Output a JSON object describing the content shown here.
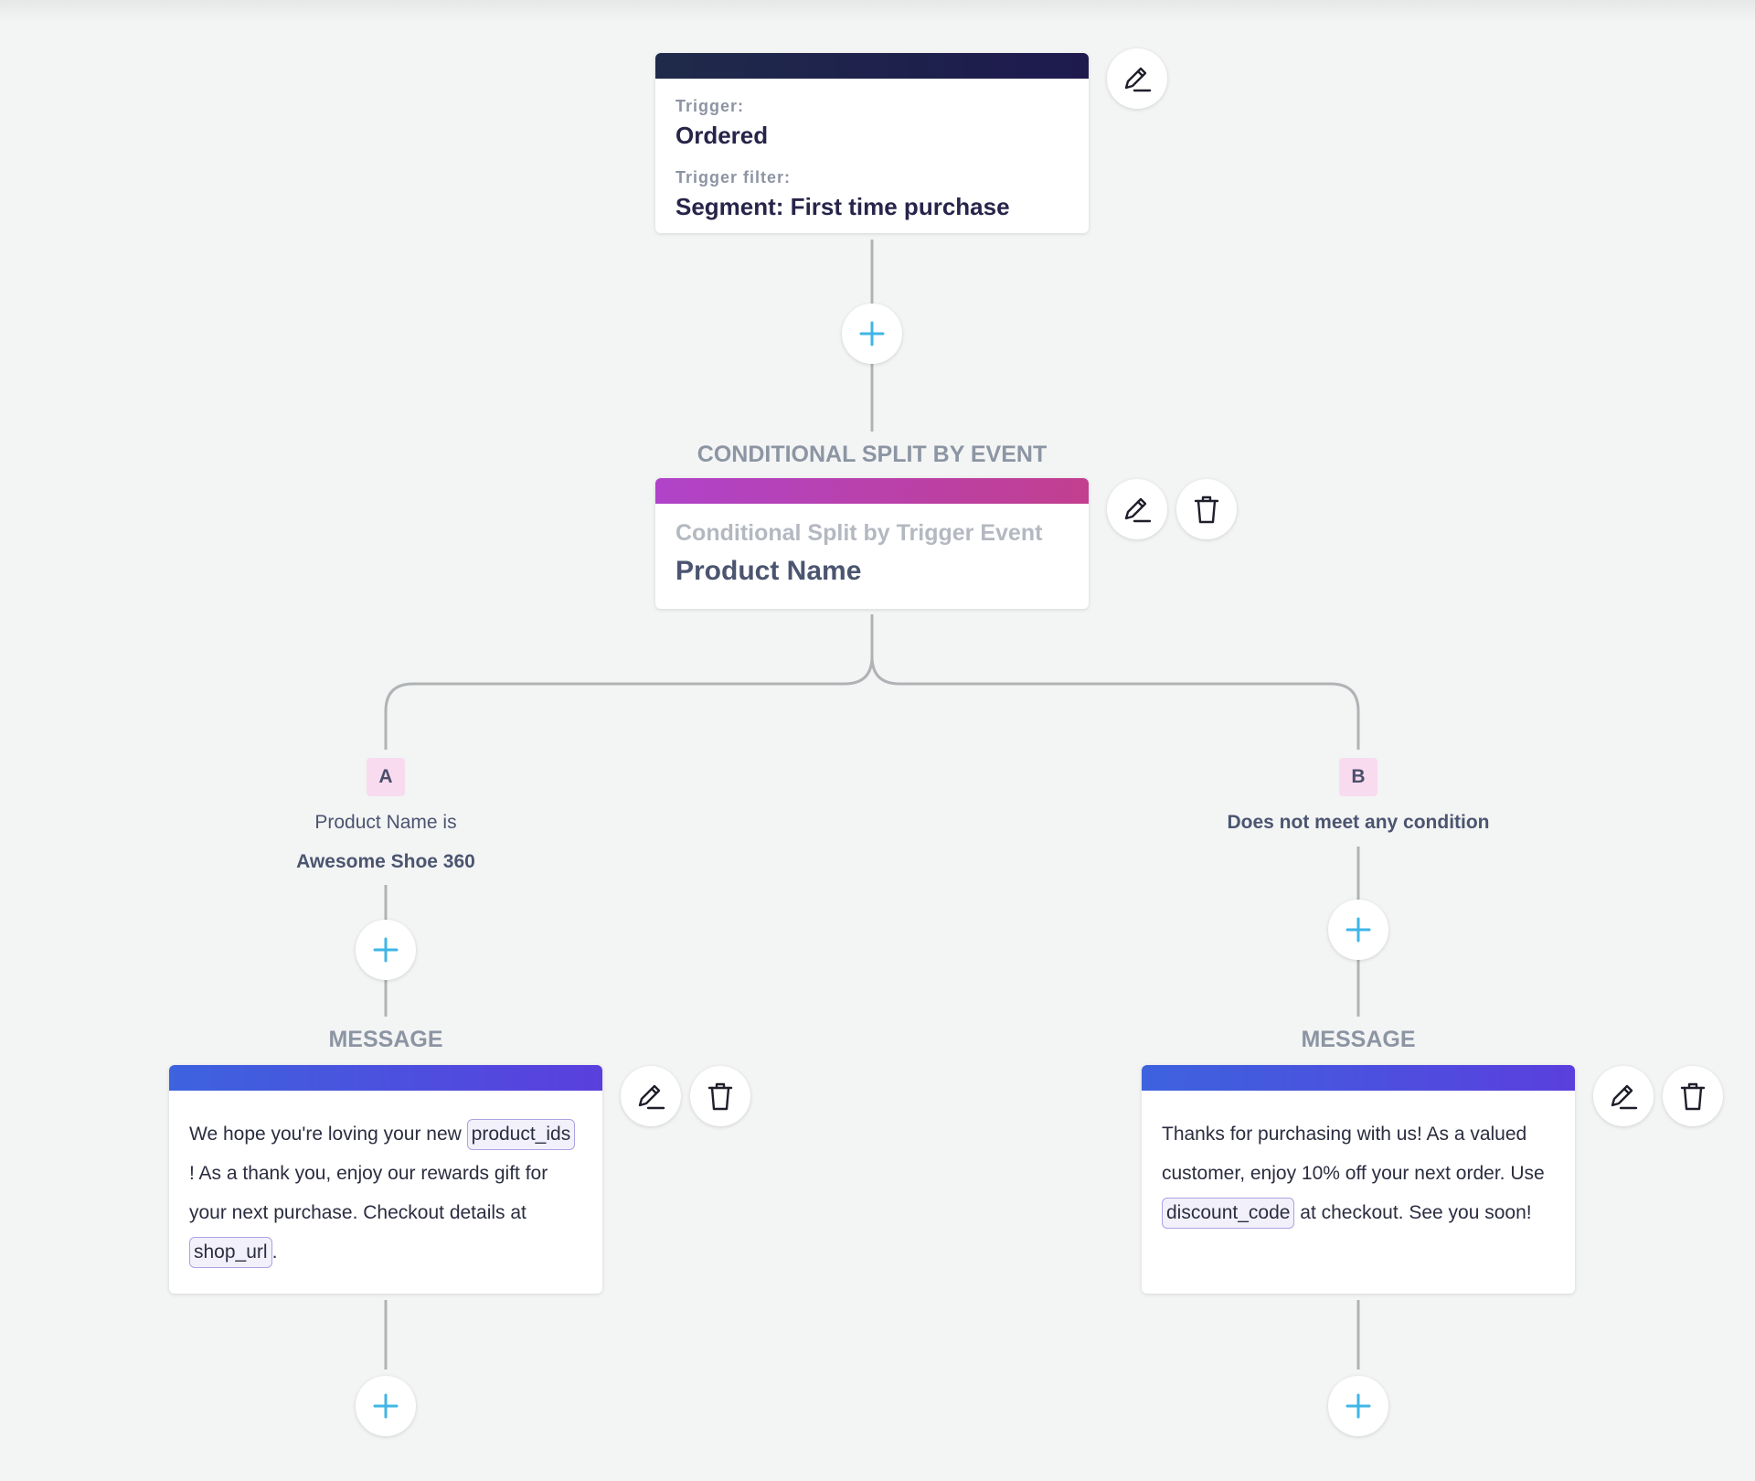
{
  "trigger": {
    "label": "Trigger:",
    "value": "Ordered",
    "filter_label": "Trigger filter:",
    "filter_value": "Segment: First time purchase"
  },
  "split": {
    "section_title": "CONDITIONAL SPLIT BY EVENT",
    "subtitle": "Conditional Split by Trigger Event",
    "title": "Product Name"
  },
  "branch_a": {
    "badge": "A",
    "condition_line1": "Product Name is",
    "condition_value": "Awesome Shoe 360",
    "section_title": "MESSAGE",
    "message": {
      "p1": "We hope you're loving your new",
      "var1": "product_ids",
      "p2": "! As a thank you, enjoy our rewards gift for your next purchase. Checkout details at",
      "var2": "shop_url",
      "p3": "."
    }
  },
  "branch_b": {
    "badge": "B",
    "condition": "Does not meet any condition",
    "section_title": "MESSAGE",
    "message": {
      "p1": "Thanks for purchasing with us! As a valued customer, enjoy 10% off your next order. Use",
      "var1": "discount_code",
      "p2": "at checkout. See you soon!"
    }
  },
  "icons": {
    "edit": "pencil-icon",
    "delete": "trash-icon",
    "add": "plus-icon"
  },
  "colors": {
    "plus": "#3fb6e6",
    "connector": "#b0b3b5",
    "badge_bg": "#f9dbef"
  }
}
